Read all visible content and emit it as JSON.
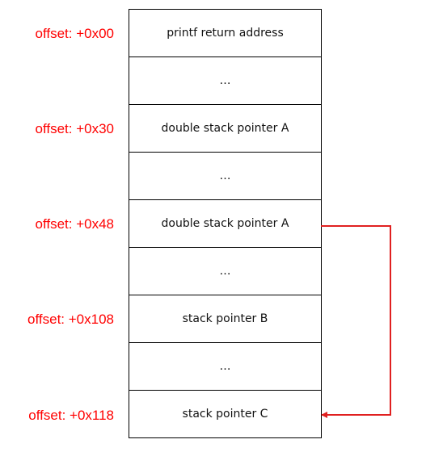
{
  "colors": {
    "offset_label": "#ff0000",
    "arrow": "#e02020"
  },
  "cells": [
    "printf return address",
    "…",
    "double stack pointer A",
    "…",
    "double stack pointer A",
    "…",
    "stack pointer B",
    "…",
    "stack pointer C"
  ],
  "offsets": [
    "offset:  +0x00",
    "offset:  +0x30",
    "offset:  +0x48",
    "offset:  +0x108",
    "offset:  +0x118"
  ]
}
